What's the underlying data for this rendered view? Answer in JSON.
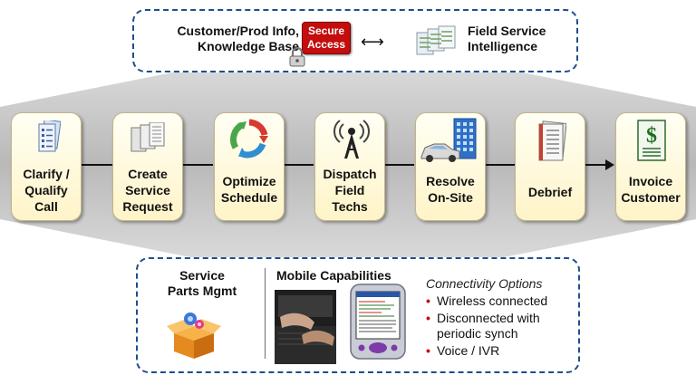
{
  "top": {
    "left_text": [
      "Customer/Prod Info,",
      "Knowledge Base"
    ],
    "secure_badge": [
      "Secure",
      "Access"
    ],
    "right_text": [
      "Field Service",
      "Intelligence"
    ]
  },
  "steps": [
    {
      "lines": [
        "Clarify /",
        "Qualify",
        "Call"
      ],
      "icon": "list-document-icon"
    },
    {
      "lines": [
        "Create",
        "Service",
        "Request"
      ],
      "icon": "forms-stack-icon"
    },
    {
      "lines": [
        "Optimize",
        "Schedule"
      ],
      "icon": "cycle-arrows-icon"
    },
    {
      "lines": [
        "Dispatch",
        "Field",
        "Techs"
      ],
      "icon": "radio-tower-icon"
    },
    {
      "lines": [
        "Resolve",
        "On-Site"
      ],
      "icon": "car-building-icon"
    },
    {
      "lines": [
        "Debrief"
      ],
      "icon": "checklist-document-icon"
    },
    {
      "lines": [
        "Invoice",
        "Customer"
      ],
      "icon": "dollar-document-icon"
    }
  ],
  "bottom": {
    "service_parts": [
      "Service",
      "Parts Mgmt"
    ],
    "mobile_title": "Mobile Capabilities",
    "connectivity_title": "Connectivity Options",
    "connectivity_items": [
      "Wireless connected",
      "Disconnected with periodic synch",
      "Voice / IVR"
    ]
  },
  "colors": {
    "dashed_border": "#1f4e8c",
    "secure_red": "#c40d0d",
    "step_fill": "#fff4c8",
    "band_gray": "#c8c8c8"
  }
}
